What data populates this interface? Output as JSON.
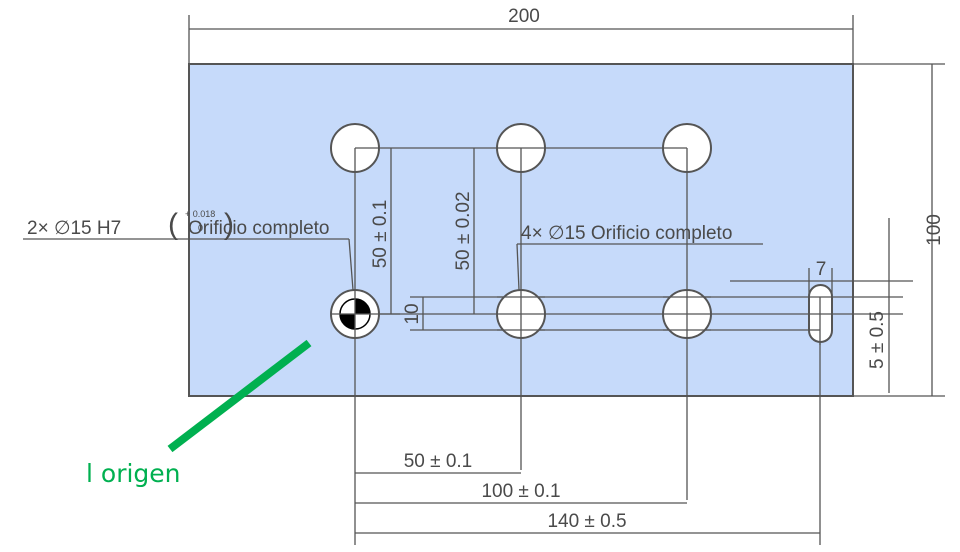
{
  "drawing": {
    "overall_width": "200",
    "overall_height": "100",
    "callout_datum_holes": {
      "prefix": "2× ∅15 H7",
      "tol_upper": "+ 0.018",
      "tol_lower": "0",
      "suffix": "Orificio completo"
    },
    "callout_holes": "4× ∅15 Orificio completo",
    "dim_vertical_left": "50 ± 0.1",
    "dim_vertical_mid": "50 ± 0.02",
    "dim_slot_spacing": "10",
    "dim_slot_width": "7",
    "dim_slot_height": "5 ± 0.5",
    "dim_h_50": "50 ± 0.1",
    "dim_h_100": "100 ± 0.1",
    "dim_h_140": "140 ± 0.5",
    "annotation": "l origen",
    "colors": {
      "plate": "#c6dafa",
      "line": "#555555",
      "annotation": "#00b050"
    }
  }
}
